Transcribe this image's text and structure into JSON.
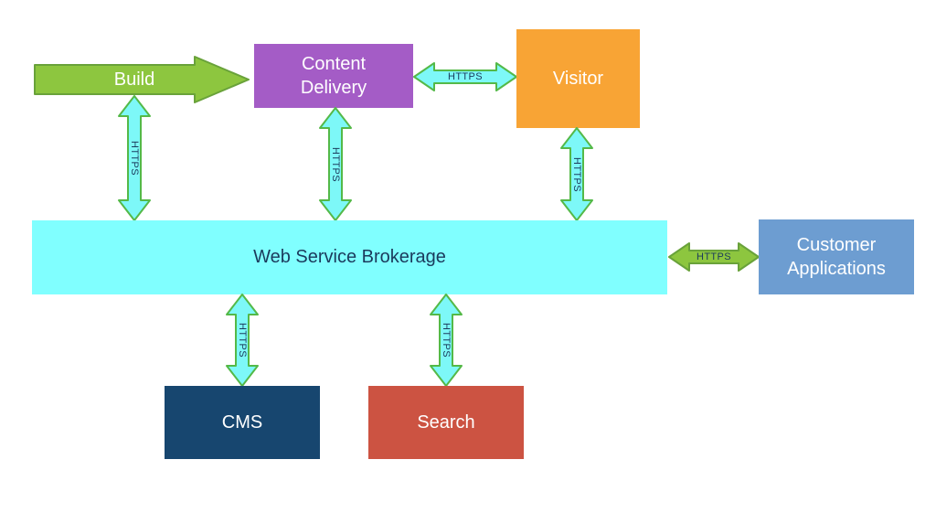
{
  "diagram": {
    "nodes": {
      "build": {
        "label": "Build",
        "shape": "right-arrow"
      },
      "content_delivery": {
        "label": "Content Delivery",
        "fill": "#A45CC6",
        "shape": "rectangle"
      },
      "visitor": {
        "label": "Visitor",
        "fill": "#F8A435",
        "shape": "rectangle"
      },
      "web_service_brokerage": {
        "label": "Web Service Brokerage",
        "fill": "#80FFFF",
        "shape": "rectangle"
      },
      "customer_applications": {
        "label": "Customer Applications",
        "fill": "#6D9DD1",
        "shape": "rectangle"
      },
      "cms": {
        "label": "CMS",
        "fill": "#17466F",
        "shape": "rectangle"
      },
      "search": {
        "label": "Search",
        "fill": "#CC5342",
        "shape": "rectangle"
      }
    },
    "connections": [
      {
        "from": "content_delivery",
        "to": "visitor",
        "label": "HTTPS",
        "orientation": "horizontal",
        "style": "cyan-double-arrow"
      },
      {
        "from": "build",
        "to": "web_service_brokerage",
        "label": "HTTPS",
        "orientation": "vertical",
        "style": "cyan-double-arrow"
      },
      {
        "from": "content_delivery",
        "to": "web_service_brokerage",
        "label": "HTTPS",
        "orientation": "vertical",
        "style": "cyan-double-arrow"
      },
      {
        "from": "visitor",
        "to": "web_service_brokerage",
        "label": "HTTPS",
        "orientation": "vertical",
        "style": "cyan-double-arrow"
      },
      {
        "from": "web_service_brokerage",
        "to": "customer_applications",
        "label": "HTTPS",
        "orientation": "horizontal",
        "style": "green-double-arrow"
      },
      {
        "from": "web_service_brokerage",
        "to": "cms",
        "label": "HTTPS",
        "orientation": "vertical",
        "style": "cyan-double-arrow"
      },
      {
        "from": "web_service_brokerage",
        "to": "search",
        "label": "HTTPS",
        "orientation": "vertical",
        "style": "cyan-double-arrow"
      }
    ],
    "colors": {
      "arrow_green_fill": "#8DC63F",
      "arrow_green_stroke": "#69A23A",
      "arrow_cyan_fill": "#7DF8F8",
      "arrow_cyan_stroke": "#54B948",
      "label_dark": "#1B3A5C",
      "node_text_light": "#FFFFFF",
      "background": "#FFFFFF"
    }
  }
}
